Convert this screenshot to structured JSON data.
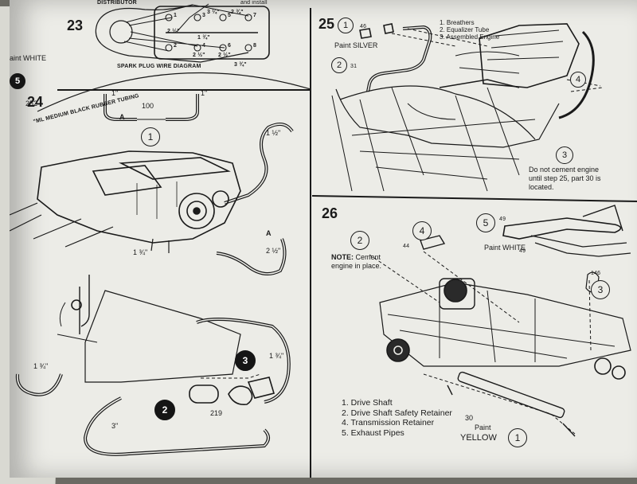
{
  "left_margin": {
    "circled_step": "5",
    "paint_label": "aint WHITE",
    "part_number": "252",
    "dimension": "1 ¾\""
  },
  "step23": {
    "number": "23",
    "distributor_label": "DISTRIBUTOR",
    "caption": "SPARK PLUG WIRE DIAGRAM",
    "fragment": "and install",
    "wire_lengths": [
      "2 ¾\"",
      "3 ¼\"",
      "2 ½\"",
      "1 ¾\"",
      "2 ½\"",
      "2 ½\"",
      "3 ¾\""
    ],
    "cylinder_numbers": [
      "1",
      "3",
      "5",
      "7",
      "2",
      "4",
      "6",
      "8"
    ]
  },
  "step24": {
    "number": "24",
    "tubing_label": "\"ML MEDIUM BLACK RUBBER TUBING",
    "tube_1": "1\"",
    "tube_2": "1\"",
    "part_100": "100",
    "letter_a": "A",
    "letter_a2": "A",
    "callout_1": "1",
    "dim_1_half": "1 ½\"",
    "dim_1_3_4": "1 ¾\"",
    "dim_2_half": "2 ½\""
  },
  "lower_left": {
    "callout_2": "2",
    "callout_3": "3",
    "part_219": "219",
    "dim_3": "3\"",
    "dim_1_3_4_right": "1 ¾\"",
    "dim_1_3_4_left": "1 ¾\""
  },
  "step25": {
    "number": "25",
    "callout_1": "1",
    "part_46": "46",
    "part_31": "31",
    "paint_label": "Paint SILVER",
    "callout_2": "2",
    "callout_3": "3",
    "callout_4": "4",
    "legend": [
      "1.  Breathers",
      "2.  Equalizer Tube",
      "3.  Assembled Engine"
    ],
    "note": [
      "Do not cement engine",
      "until step 25, part 30 is",
      "located."
    ]
  },
  "step26": {
    "number": "26",
    "callout_2": "2",
    "note_title": "NOTE:",
    "note_text": " Cement",
    "note_text2": "engine in place.",
    "callout_4": "4",
    "part_44": "44",
    "callout_5": "5",
    "part_49a": "49",
    "part_49b": "49",
    "paint_white": "Paint WHITE",
    "callout_3": "3",
    "part_146": "146",
    "part_30": "30",
    "paint_label": "Paint",
    "paint_color": "YELLOW",
    "callout_1": "1",
    "legend": [
      "1.   Drive Shaft",
      "2.   Drive Shaft Safety Retainer",
      "4.   Transmission Retainer",
      "5.   Exhaust Pipes"
    ]
  },
  "colors": {
    "page": "#ecece7",
    "ink": "#1a1a1a",
    "background": "#6b6a63"
  }
}
